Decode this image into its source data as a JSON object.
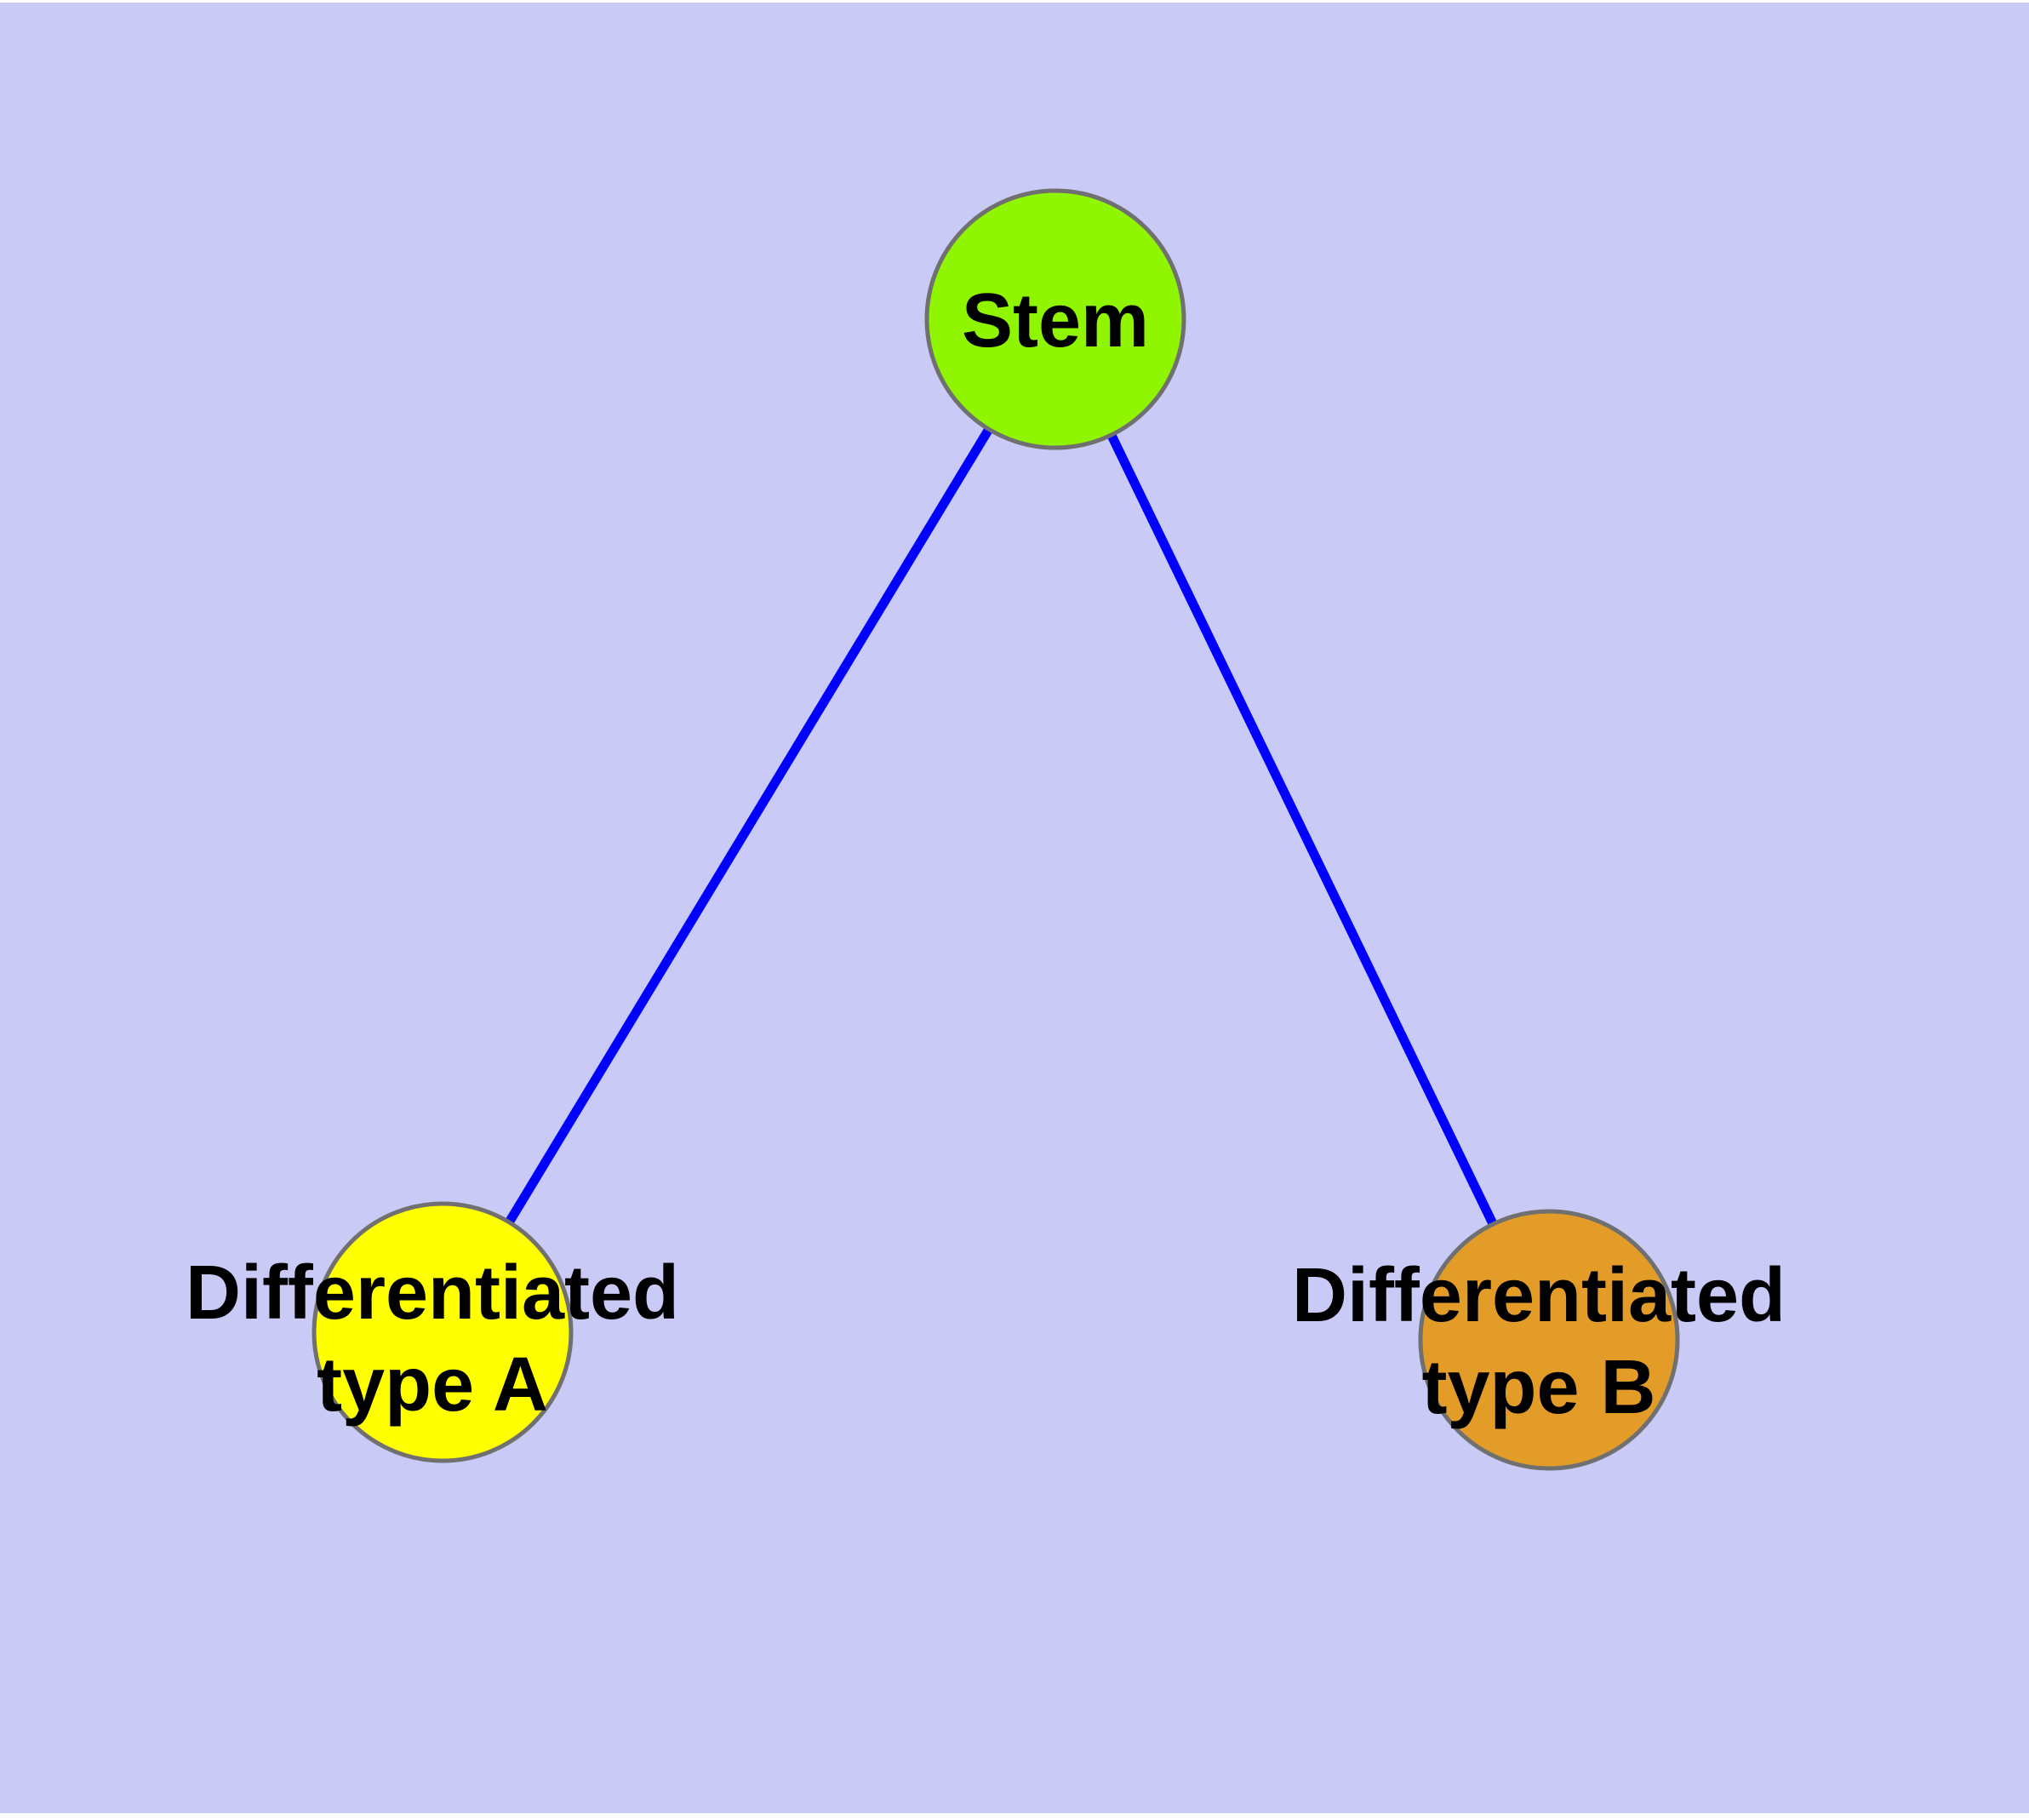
{
  "diagram": {
    "title": "",
    "page_margin_color": "#ffffff",
    "background_color": "#cacaf6",
    "edge_color": "#0000ff",
    "node_border_color": "#707070",
    "label_color": "#000000",
    "nodes": {
      "stem": {
        "label": "Stem",
        "fill": "#8ff500"
      },
      "type_a": {
        "label_line1": "Differentiated",
        "label_line2": "type A",
        "fill": "#ffff00"
      },
      "type_b": {
        "label_line1": "Differentiated",
        "label_line2": "type B",
        "fill": "#e39c28"
      }
    },
    "edges": [
      {
        "from": "Stem",
        "to": "Differentiated type A"
      },
      {
        "from": "Stem",
        "to": "Differentiated type B"
      }
    ]
  }
}
